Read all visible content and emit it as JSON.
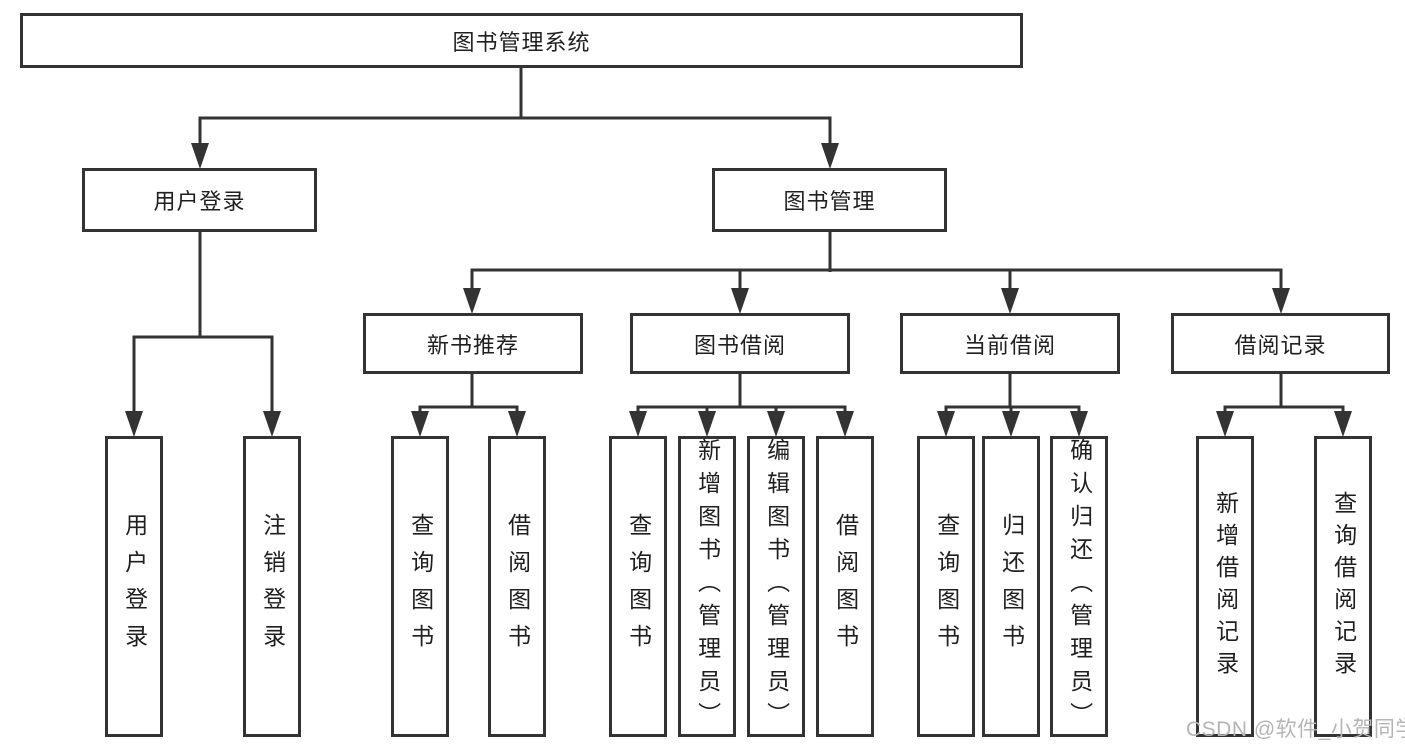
{
  "diagram": {
    "title": "图书管理系统",
    "root": {
      "label": "图书管理系统"
    },
    "user_branch": {
      "label": "用户登录",
      "children": [
        {
          "label": "用户登录"
        },
        {
          "label": "注销登录"
        }
      ]
    },
    "book_branch": {
      "label": "图书管理",
      "modules": [
        {
          "label": "新书推荐",
          "children": [
            {
              "label": "查询图书"
            },
            {
              "label": "借阅图书"
            }
          ]
        },
        {
          "label": "图书借阅",
          "children": [
            {
              "label": "查询图书"
            },
            {
              "label": "新增图书（管理员）"
            },
            {
              "label": "编辑图书（管理员）"
            },
            {
              "label": "借阅图书"
            }
          ]
        },
        {
          "label": "当前借阅",
          "children": [
            {
              "label": "查询图书"
            },
            {
              "label": "归还图书"
            },
            {
              "label": "确认归还（管理员）"
            }
          ]
        },
        {
          "label": "借阅记录",
          "children": [
            {
              "label": "新增借阅记录"
            },
            {
              "label": "查询借阅记录"
            }
          ]
        }
      ]
    }
  },
  "colors": {
    "line": "#333333",
    "text": "#1f1f1f",
    "box_background": "#ffffff",
    "watermark": "#b5b5b5"
  },
  "watermark": {
    "text": "CSDN @软件_小贺同学"
  }
}
